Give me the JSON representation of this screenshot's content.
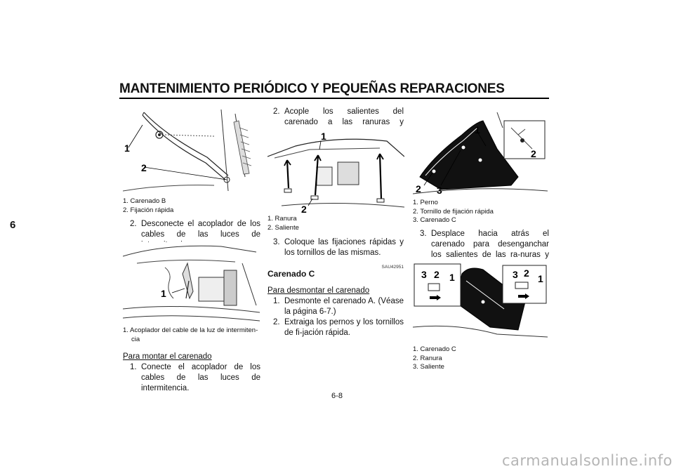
{
  "header": {
    "title": "MANTENIMIENTO PERIÓDICO Y PEQUEÑAS REPARACIONES"
  },
  "section_tab": "6",
  "col1": {
    "fig1_legend": [
      "1. Carenado B",
      "2. Fijación rápida"
    ],
    "step2": {
      "num": "2.",
      "text": "Desconecte el acoplador de los cables de las luces de intermitencia."
    },
    "fig2_legend": [
      "1. Acoplador del cable de la luz de intermiten-",
      "cia"
    ],
    "mount_heading": "Para montar el carenado",
    "step1": {
      "num": "1.",
      "text": "Conecte el acoplador de los cables de las luces de intermitencia."
    }
  },
  "col2": {
    "step2": {
      "num": "2.",
      "text": "Acople los salientes del carenado a las ranuras y desplácelo hacia delante."
    },
    "fig_legend": [
      "1. Ranura",
      "2. Saliente"
    ],
    "step3": {
      "num": "3.",
      "text": "Coloque las fijaciones rápidas y los tornillos de las mismas."
    },
    "code": "SAU42951",
    "heading": "Carenado C",
    "remove_heading": "Para desmontar el carenado",
    "rstep1": {
      "num": "1.",
      "text": "Desmonte el carenado A. (Véase la página 6-7.)"
    },
    "rstep2": {
      "num": "2.",
      "text": "Extraiga los pernos y los tornillos de fi-jación rápida."
    }
  },
  "col3": {
    "fig1_legend": [
      "1. Perno",
      "2. Tornillo de fijación rápida",
      "3. Carenado C"
    ],
    "step3": {
      "num": "3.",
      "text": "Desplace hacia atrás el carenado para desenganchar los salientes de las ra-nuras y luego extráigalo."
    },
    "fig2_legend": [
      "1. Carenado C",
      "2. Ranura",
      "3. Saliente"
    ]
  },
  "callouts": {
    "fig_a": [
      "1",
      "2"
    ],
    "fig_b": [
      "1"
    ],
    "fig_c": [
      "1",
      "2"
    ],
    "fig_d": [
      "1",
      "2",
      "2",
      "3"
    ],
    "fig_e": [
      "3",
      "2",
      "1",
      "3",
      "2",
      "1"
    ]
  },
  "page_number": "6-8",
  "footer": "carmanualsonline.info"
}
